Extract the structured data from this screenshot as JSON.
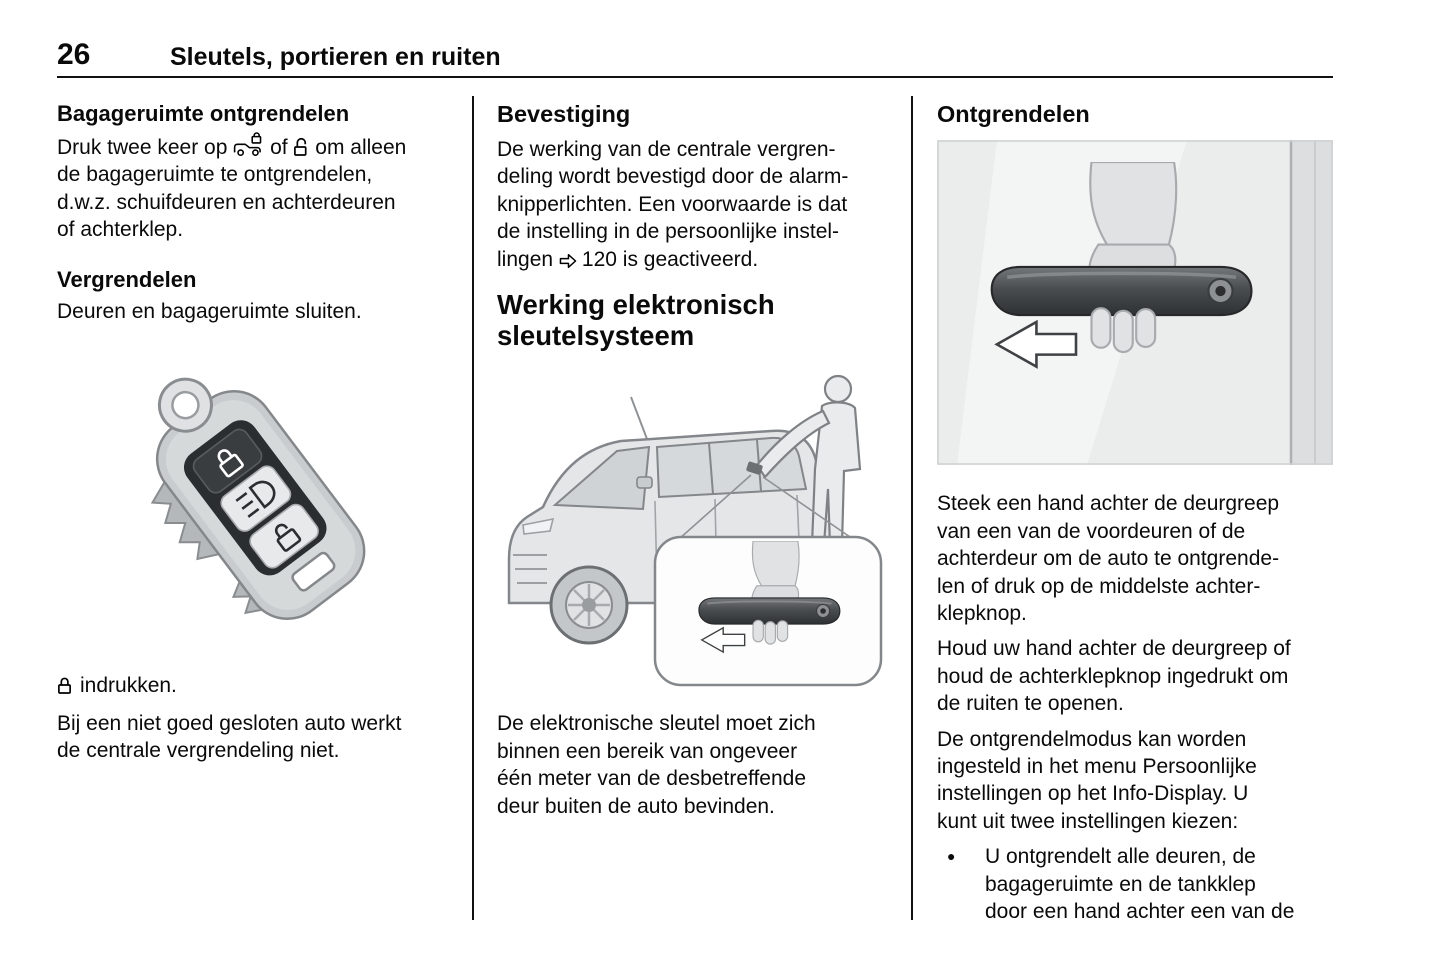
{
  "header": {
    "page_number": "26",
    "chapter_title": "Sleutels, portieren en ruiten"
  },
  "icons": {
    "car_unlock": "car-with-open-padlock-symbol",
    "unlock": "open-padlock-symbol",
    "lock": "closed-padlock-symbol",
    "page_ref_arrow": "right-arrow-page-reference-symbol",
    "bullet": "●"
  },
  "col1": {
    "heading_unlock_boot": "Bagageruimte ontgrendelen",
    "para_unlock_pre": "Druk twee keer op ",
    "para_unlock_mid": " of ",
    "para_unlock_post": " om alleen\nde bagageruimte te ontgrendelen,\nd.w.z. schuifdeuren en achterdeuren\nof achterklep.",
    "heading_lock": "Vergrendelen",
    "para_lock": "Deuren en bagageruimte sluiten.",
    "key_caption": "indrukken.",
    "para_warning": "Bij een niet goed gesloten auto werkt\nde centrale vergrendeling niet."
  },
  "col2": {
    "heading_confirm": "Bevestiging",
    "para_confirm_pre": "De werking van de centrale vergren-\ndeling wordt bevestigd door de alarm-\nknipperlichten. Een voorwaarde is dat\nde instelling in de persoonlijke instel-\nlingen ",
    "para_confirm_ref": "120",
    "para_confirm_post": " is geactiveerd.",
    "heading_keyless": "Werking elektronisch\nsleutelsysteem",
    "para_keyless": "De elektronische sleutel moet zich\nbinnen een bereik van ongeveer\néén meter van de desbetreffende\ndeur buiten de auto bevinden."
  },
  "col3": {
    "heading_unlock": "Ontgrendelen",
    "para_handle": "Steek een hand achter de deurgreep\nvan een van de voordeuren of de\nachterdeur om de auto te ontgrende-\nlen of druk op de middelste achter-\nklepknop.",
    "para_hold": "Houd uw hand achter de deurgreep of\nhoud de achterklepknop ingedrukt om\nde ruiten te openen.",
    "para_mode": "De ontgrendelmodus kan worden\ningesteld in het menu Persoonlijke\ninstellingen op het Info-Display. U\nkunt uit twee instellingen kiezen:",
    "bullet_marker": "●",
    "bullet_text": "U ontgrendelt alle deuren, de\nbagageruimte en de tankklep\ndoor een hand achter een van de"
  }
}
